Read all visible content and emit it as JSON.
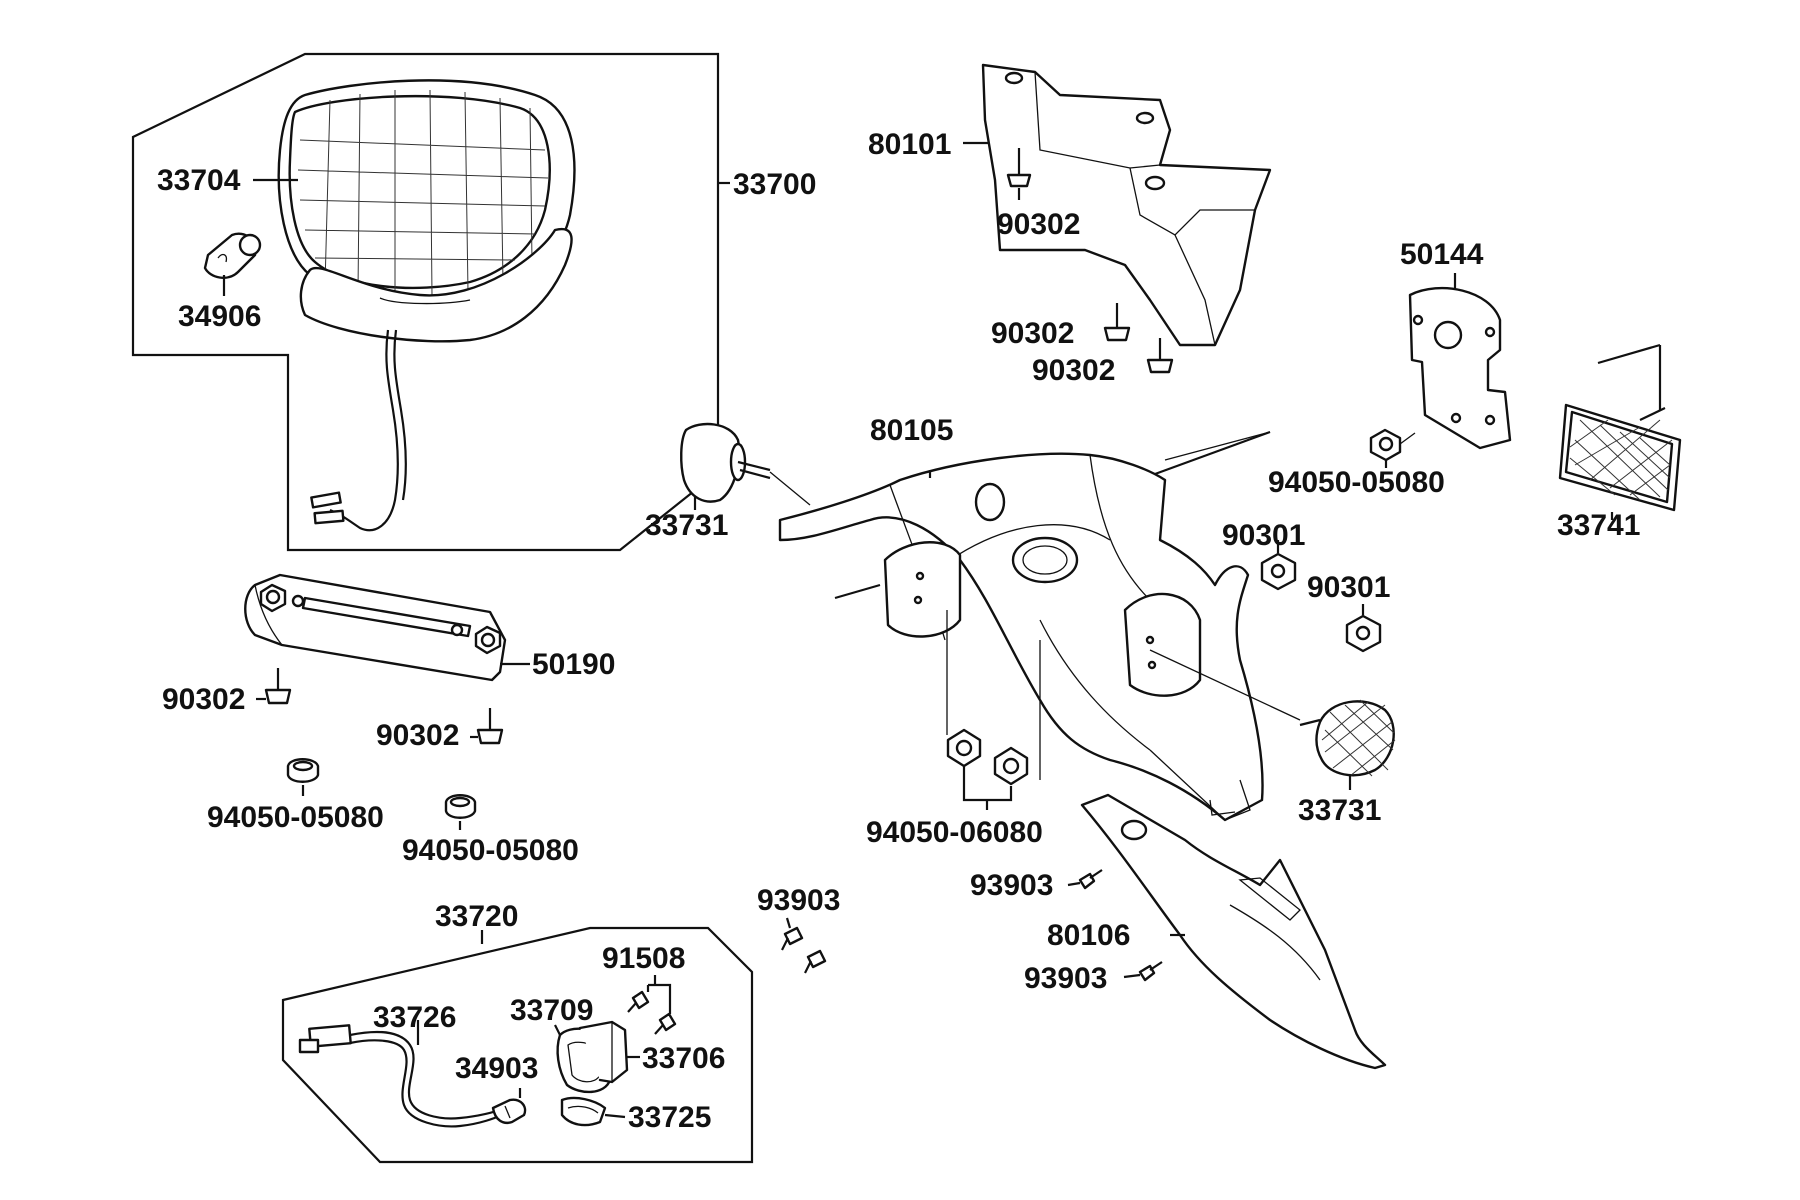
{
  "labels": {
    "p33700": "33700",
    "p33704": "33704",
    "p34906": "34906",
    "p80101": "80101",
    "p90302_a": "90302",
    "p90302_b": "90302",
    "p90302_c": "90302",
    "p50144": "50144",
    "p80105": "80105",
    "p33731_a": "33731",
    "p94050_05080_a": "94050-05080",
    "p33741": "33741",
    "p90301_a": "90301",
    "p90301_b": "90301",
    "p50190": "50190",
    "p90302_d": "90302",
    "p90302_e": "90302",
    "p94050_05080_b": "94050-05080",
    "p94050_05080_c": "94050-05080",
    "p33731_b": "33731",
    "p94050_06080": "94050-06080",
    "p93903_a": "93903",
    "p80106": "80106",
    "p93903_b": "93903",
    "p33720": "33720",
    "p93903_c": "93903",
    "p91508": "91508",
    "p33726": "33726",
    "p33709": "33709",
    "p33706": "33706",
    "p34903": "34903",
    "p33725": "33725"
  }
}
